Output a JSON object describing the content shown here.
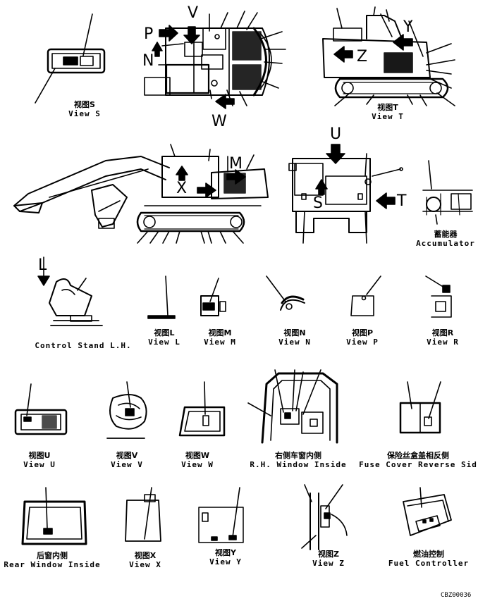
{
  "callouts": {
    "P": "P",
    "V": "V",
    "N": "N",
    "W": "W",
    "Y": "Y",
    "Z": "Z",
    "U": "U",
    "X": "X",
    "M": "M",
    "S": "S",
    "T": "T",
    "L": "L"
  },
  "labels": {
    "view_s": {
      "cn": "视图S",
      "en": "View S"
    },
    "view_t": {
      "cn": "视图T",
      "en": "View T"
    },
    "accumulator": {
      "cn": "蓄能器",
      "en": "Accumulator"
    },
    "control_stand": {
      "cn": "",
      "en": "Control Stand L.H."
    },
    "view_l": {
      "cn": "视图L",
      "en": "View L"
    },
    "view_m": {
      "cn": "视图M",
      "en": "View M"
    },
    "view_n": {
      "cn": "视图N",
      "en": "View N"
    },
    "view_p": {
      "cn": "视图P",
      "en": "View P"
    },
    "view_r": {
      "cn": "视图R",
      "en": "View R"
    },
    "view_u": {
      "cn": "视图U",
      "en": "View U"
    },
    "view_v": {
      "cn": "视图V",
      "en": "View V"
    },
    "view_w": {
      "cn": "视图W",
      "en": "View W"
    },
    "rh_window": {
      "cn": "右侧车窗内侧",
      "en": "R.H. Window Inside"
    },
    "fuse_cover": {
      "cn": "保险丝盒盖相反侧",
      "en": "Fuse Cover Reverse Sid"
    },
    "rear_window": {
      "cn": "后窗内侧",
      "en": "Rear Window Inside"
    },
    "view_x": {
      "cn": "视图X",
      "en": "View X"
    },
    "view_y": {
      "cn": "视图Y",
      "en": "View Y"
    },
    "view_z": {
      "cn": "视图Z",
      "en": "View Z"
    },
    "fuel_controller": {
      "cn": "燃油控制",
      "en": "Fuel Controller"
    }
  },
  "figure_code": "CBZ00036"
}
